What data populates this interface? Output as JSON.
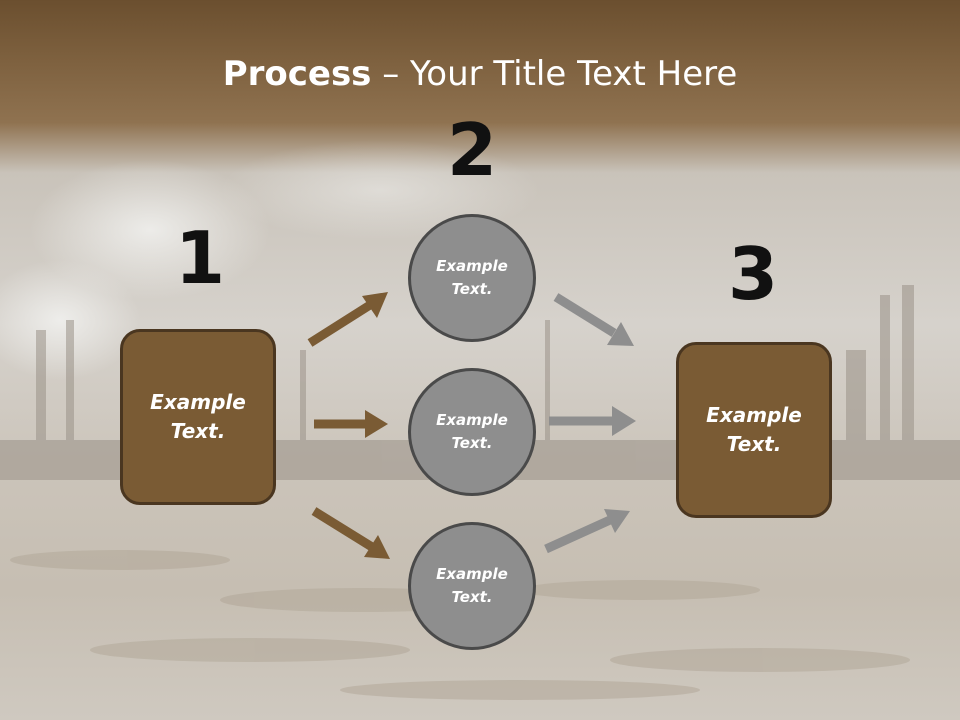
{
  "title": {
    "bold": "Process",
    "rest": " – Your Title Text Here"
  },
  "steps": [
    {
      "number": "1",
      "line1": "Example",
      "line2": "Text."
    },
    {
      "number": "2"
    },
    {
      "number": "3",
      "line1": "Example",
      "line2": "Text."
    }
  ],
  "circles": [
    {
      "line1": "Example",
      "line2": "Text."
    },
    {
      "line1": "Example",
      "line2": "Text."
    },
    {
      "line1": "Example",
      "line2": "Text."
    }
  ],
  "colors": {
    "box_fill": "#7a5b34",
    "circle_fill": "#8e8e8e",
    "arrow_brown": "#7a5b34",
    "arrow_gray": "#8e8e8e",
    "header_brown": "#7d603e"
  }
}
